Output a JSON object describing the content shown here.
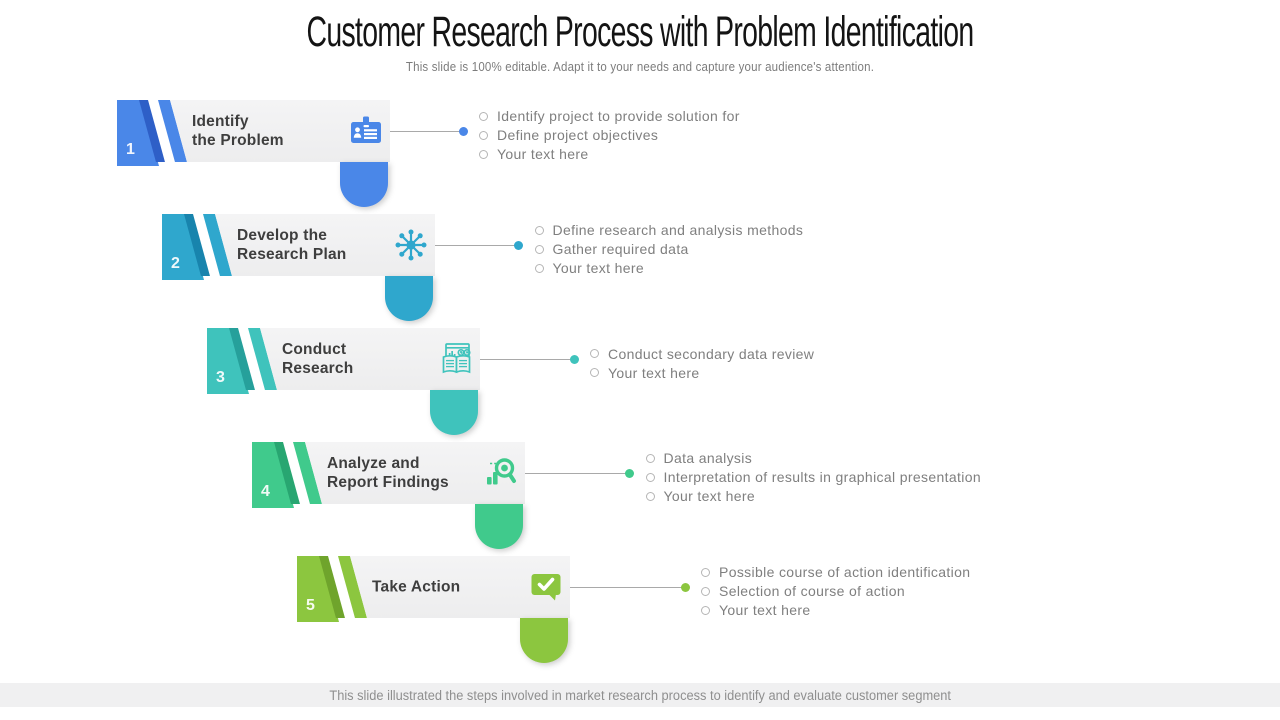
{
  "slide": {
    "title": "Customer Research Process with Problem Identification",
    "subtitle": "This slide is 100% editable. Adapt it to your needs and capture your audience's attention.",
    "footer": "This slide illustrated the steps involved in market research process to identify and evaluate customer segment"
  },
  "steps": [
    {
      "number": "1",
      "title_lines": [
        "Identify",
        "the Problem"
      ],
      "icon": "id-badge-icon",
      "color": "#4a87e8",
      "color_dark": "#2e5fc7",
      "bullets": [
        "Identify project to provide solution for",
        "Define project objectives",
        "Your text here"
      ]
    },
    {
      "number": "2",
      "title_lines": [
        "Develop the",
        "Research Plan"
      ],
      "icon": "network-hub-icon",
      "color": "#2fa7cd",
      "color_dark": "#1884ad",
      "bullets": [
        "Define research and analysis methods",
        "Gather required data",
        "Your text here"
      ]
    },
    {
      "number": "3",
      "title_lines": [
        "Conduct",
        "Research"
      ],
      "icon": "research-board-book-icon",
      "color": "#3fc3bc",
      "color_dark": "#26a09b",
      "bullets": [
        "Conduct secondary data review",
        "Your text here"
      ]
    },
    {
      "number": "4",
      "title_lines": [
        "Analyze and",
        "Report Findings"
      ],
      "icon": "magnifier-chart-icon",
      "color": "#40ca8c",
      "color_dark": "#28a671",
      "bullets": [
        "Data analysis",
        "Interpretation of results in graphical presentation",
        "Your text here"
      ]
    },
    {
      "number": "5",
      "title_lines": [
        "Take Action"
      ],
      "icon": "check-bubble-icon",
      "color": "#8cc63f",
      "color_dark": "#6fa42c",
      "bullets": [
        "Possible course of action identification",
        "Selection of course of action",
        "Your text here"
      ]
    }
  ]
}
